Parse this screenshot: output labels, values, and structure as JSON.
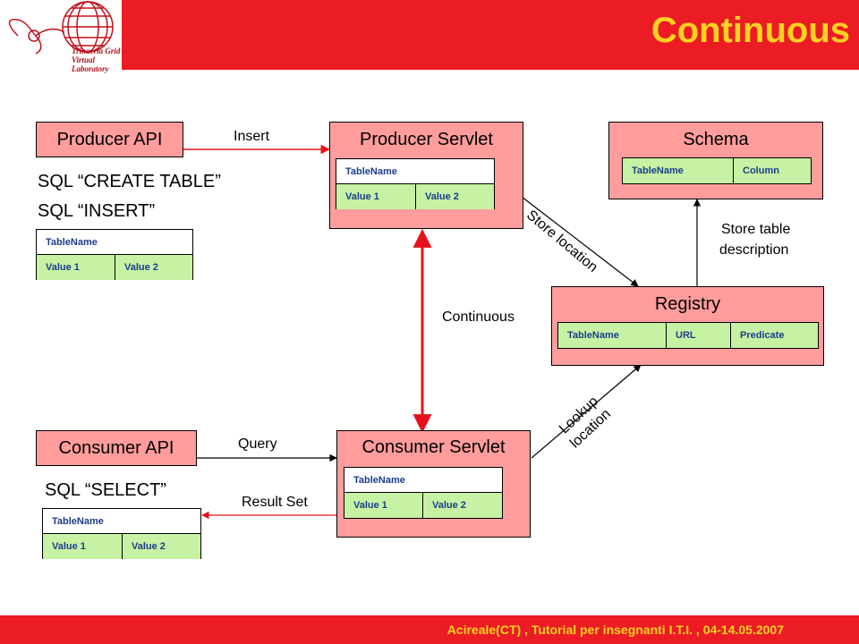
{
  "header": {
    "title": "Continuous",
    "logo_line1": "Trinacria Grid",
    "logo_line2": "Virtual Laboratory"
  },
  "footer": {
    "text": "Acireale(CT) , Tutorial per insegnanti I.T.I.  , 04-14.05.2007"
  },
  "producer_api": {
    "label": "Producer API",
    "sql1": "SQL “CREATE TABLE”",
    "sql2": "SQL “INSERT”",
    "table": {
      "name": "TableName",
      "col1": "Value 1",
      "col2": "Value 2"
    }
  },
  "producer_servlet": {
    "label": "Producer Servlet",
    "table": {
      "name": "TableName",
      "col1": "Value 1",
      "col2": "Value 2"
    }
  },
  "schema": {
    "label": "Schema",
    "table": {
      "col1": "TableName",
      "col2": "Column"
    }
  },
  "registry": {
    "label": "Registry",
    "table": {
      "col1": "TableName",
      "col2": "URL",
      "col3": "Predicate"
    }
  },
  "consumer_api": {
    "label": "Consumer API",
    "sql": "SQL “SELECT”",
    "table": {
      "name": "TableName",
      "col1": "Value 1",
      "col2": "Value 2"
    }
  },
  "consumer_servlet": {
    "label": "Consumer Servlet",
    "table": {
      "name": "TableName",
      "col1": "Value 1",
      "col2": "Value 2"
    }
  },
  "edges": {
    "insert": "Insert",
    "continuous": "Continuous",
    "store_location": "Store location",
    "store_table_desc_1": "Store table",
    "store_table_desc_2": "description",
    "lookup_1": "Lookup",
    "lookup_2": "location",
    "query": "Query",
    "result_set": "Result Set"
  },
  "colors": {
    "header_red": "#ec1c24",
    "title_yellow": "#ffd21f",
    "box_pink": "#ff9c9c",
    "table_green": "#c7f2a4",
    "table_text_blue": "#1c3d8c",
    "arrow_red": "#e8101a"
  }
}
